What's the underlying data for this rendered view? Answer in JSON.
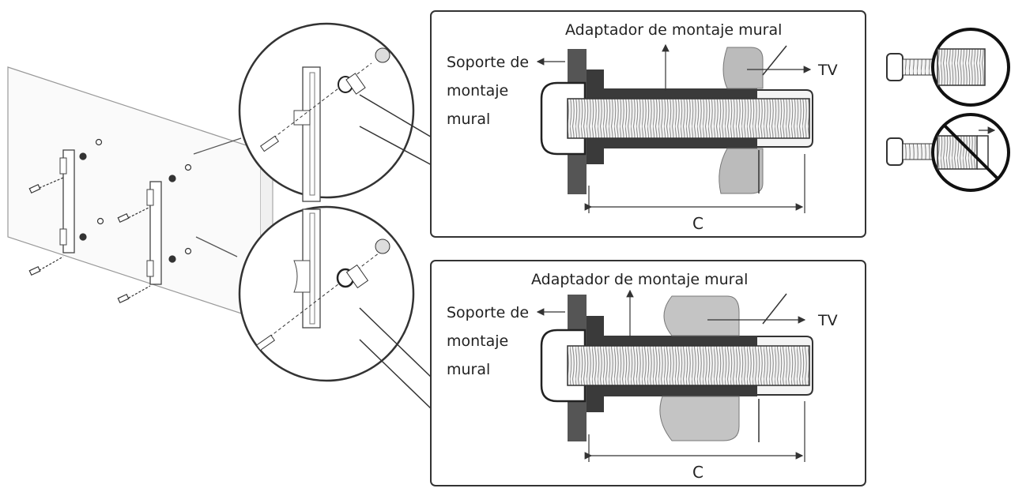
{
  "diagram": {
    "top_panel": {
      "adapter_label": "Adaptador de montaje mural",
      "bracket_label_line1": "Soporte de",
      "bracket_label_line2": "montaje",
      "bracket_label_line3": "mural",
      "tv_label": "TV",
      "dimension_label": "C"
    },
    "bottom_panel": {
      "adapter_label": "Adaptador de montaje mural",
      "bracket_label_line1": "Soporte de",
      "bracket_label_line2": "montaje",
      "bracket_label_line3": "mural",
      "tv_label": "TV",
      "dimension_label": "C"
    }
  }
}
